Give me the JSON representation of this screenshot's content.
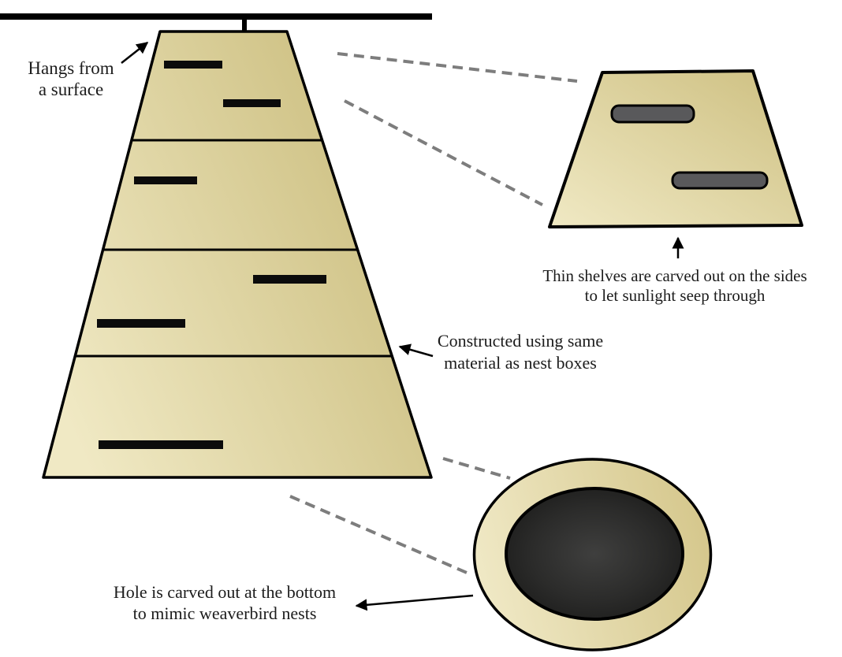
{
  "labels": {
    "hangs": [
      "Hangs from",
      "a surface"
    ],
    "shelves": [
      "Thin shelves are carved out on the sides",
      "to let sunlight seep through"
    ],
    "material": [
      "Constructed using same",
      "material as nest boxes"
    ],
    "hole": [
      "Hole is carved out at the bottom",
      "to mimic weaverbird nests"
    ]
  },
  "colors": {
    "outline": "#000000",
    "wood_light": "#f0e9c4",
    "wood_dark": "#c9bb7a",
    "detail_light": "#f0e9c4",
    "detail_dark": "#cdbf80",
    "ring_light": "#f0e9c6",
    "ring_dark": "#d5c78c",
    "hole_center": "#3f3f3e",
    "hole_mid": "#2b2b2a",
    "hole_edge": "#131312",
    "slot": "#0b0b0b",
    "shelf_gray": "#59595b",
    "dashed_line": "#7d7d7d",
    "text": "#1c1c1c",
    "background": "#ffffff"
  }
}
